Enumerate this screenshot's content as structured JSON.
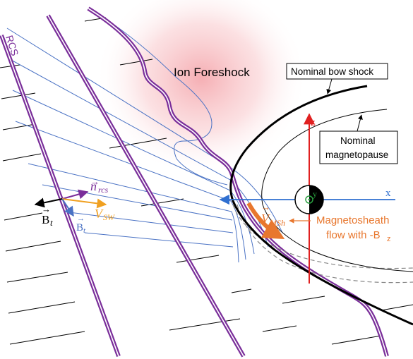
{
  "labels": {
    "rcs": "RCS",
    "ion_foreshock": "Ion Foreshock",
    "nominal_bow_shock": "Nominal bow shock",
    "nominal_magnetopause_1": "Nominal",
    "nominal_magnetopause_2": "magnetopause",
    "magnetosheath_1": "Magnetosheath",
    "magnetosheath_2": "flow with -B",
    "magnetosheath_sub": "z",
    "vec_n": "n",
    "vec_n_sub": "rcs",
    "vec_vsw": "V",
    "vec_vsw_sub": "SW",
    "vec_bt_black": "B",
    "vec_bt_black_sub": "t",
    "vec_bt_blue": "B",
    "vec_bt_blue_sub": "t",
    "vec_vmsh": "V",
    "vec_vmsh_sub": "MSh",
    "axis_x": "x",
    "axis_y": "y",
    "axis_z": "z"
  },
  "colors": {
    "purple": "#7a2e9a",
    "field_blue": "#4a72c4",
    "vsw_orange": "#f0a020",
    "msh_orange": "#e8772e",
    "axis_red": "#e02020",
    "axis_blue": "#2f6fd0",
    "earth_green": "#2aa040",
    "foreshock_pink": "#f4a0a6"
  },
  "icons": {
    "earth": "earth-day-night-icon"
  }
}
